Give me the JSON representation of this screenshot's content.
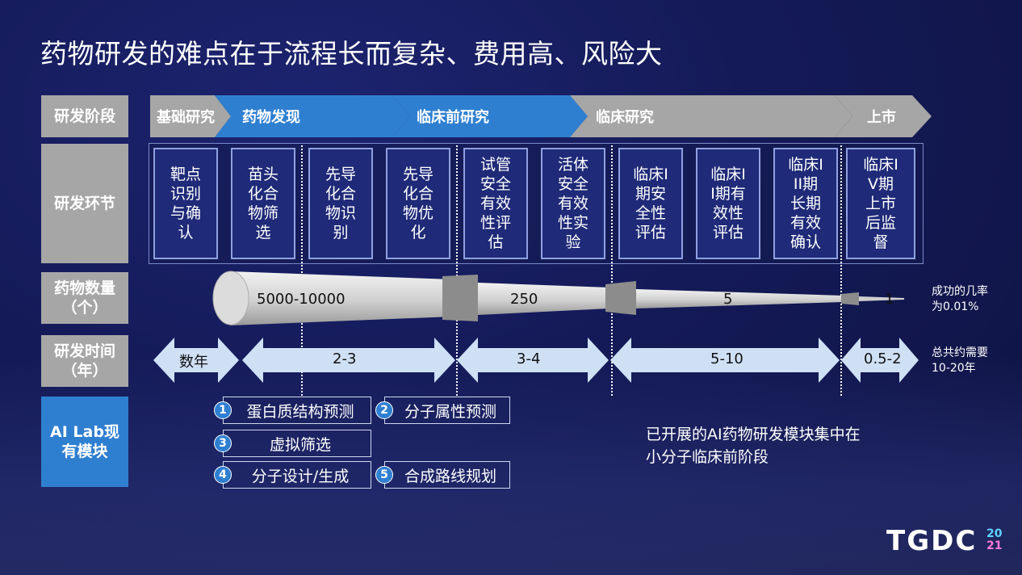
{
  "title": "药物研发的难点在于流程长而复杂、费用高、风险大",
  "row_labels": {
    "stage": "研发阶段",
    "step": "研发环节",
    "count_line1": "药物数量",
    "count_line2": "（个）",
    "time_line1": "研发时间",
    "time_line2": "（年）",
    "ai_line1": "AI Lab现",
    "ai_line2": "有模块"
  },
  "stages": [
    "基础研究",
    "药物发现",
    "临床前研究",
    "临床研究",
    "上市"
  ],
  "steps": [
    "靶点识别与确认",
    "苗头化合物筛选",
    "先导化合物识别",
    "先导化合物优化",
    "试管安全有效性评估",
    "活体安全有效性实验",
    "临床I期安全性评估",
    "临床II期有效性评估",
    "临床III期长期有效确认",
    "临床IV期上市后监督"
  ],
  "counts": [
    "5000-10000",
    "250",
    "5",
    "1"
  ],
  "count_note_line1": "成功的几率",
  "count_note_line2": "为0.01%",
  "times": [
    "数年",
    "2-3",
    "3-4",
    "5-10",
    "0.5-2"
  ],
  "time_note_line1": "总共约需要",
  "time_note_line2": "10-20年",
  "modules": [
    {
      "num": "1",
      "label": "蛋白质结构预测"
    },
    {
      "num": "2",
      "label": "分子属性预测"
    },
    {
      "num": "3",
      "label": "虚拟筛选"
    },
    {
      "num": "4",
      "label": "分子设计/生成"
    },
    {
      "num": "5",
      "label": "合成路线规划"
    }
  ],
  "note_line1": "已开展的AI药物研发模块集中在",
  "note_line2": "小分子临床前阶段",
  "logo": "TGDC",
  "logo_year_top": "20",
  "logo_year_bottom": "21",
  "colors": {
    "background": "#141a57",
    "label_gray": "#a6a6a6",
    "label_blue": "#2f7fd1",
    "stage_gray": "#a6a6a6",
    "stage_blue": "#2f7fd1",
    "step_box": "#1f2a78",
    "arrow_fill": "#cfe0f5"
  }
}
